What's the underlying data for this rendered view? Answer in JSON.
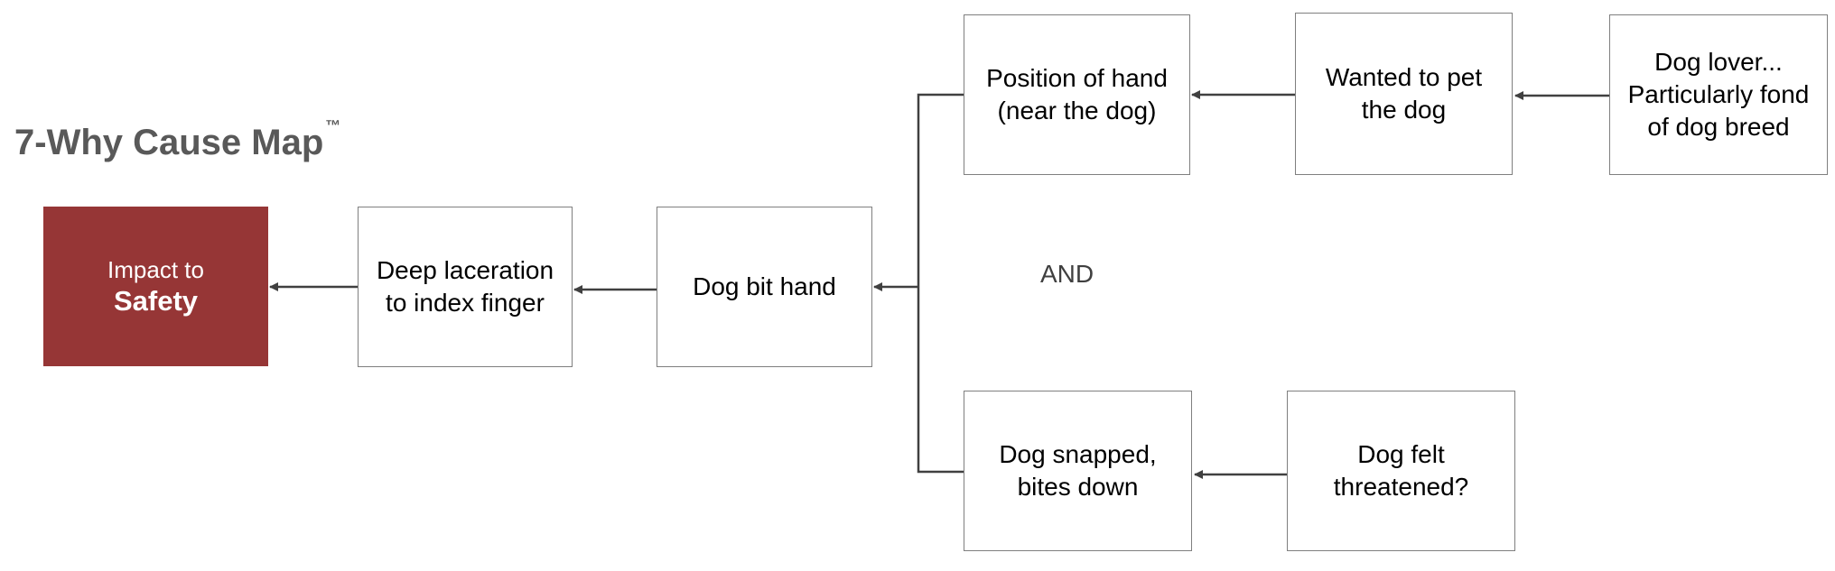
{
  "title": {
    "text": "7-Why Cause Map",
    "trademark": "™",
    "color": "#595959"
  },
  "impact": {
    "line1": "Impact to",
    "line2": "Safety",
    "color": "#963636"
  },
  "boxes": {
    "laceration": {
      "line1": "Deep laceration",
      "line2": "to index finger"
    },
    "dog_bit": {
      "line1": "Dog bit hand"
    },
    "position": {
      "line1": "Position of hand",
      "line2": "(near the dog)"
    },
    "wanted": {
      "line1": "Wanted to pet",
      "line2": "the dog"
    },
    "lover": {
      "line1": "Dog lover...",
      "line2": "Particularly fond",
      "line3": "of dog breed"
    },
    "snapped": {
      "line1": "Dog snapped,",
      "line2": "bites down"
    },
    "threatened": {
      "line1": "Dog felt",
      "line2": "threatened?"
    }
  },
  "and_label": "AND",
  "colors": {
    "connector": "#404040",
    "box_border": "#7f7f7f"
  }
}
